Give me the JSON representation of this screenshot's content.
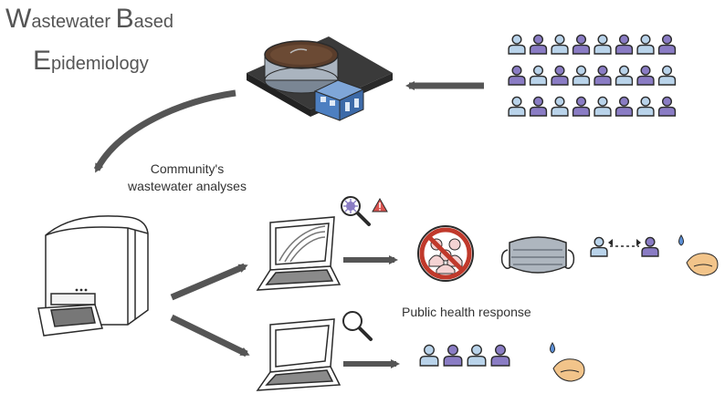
{
  "title": {
    "line1": [
      {
        "cap": "W",
        "rest": "astewater "
      },
      {
        "cap": "B",
        "rest": "ased"
      }
    ],
    "line2": [
      {
        "cap": "E",
        "rest": "pidemiology"
      }
    ]
  },
  "captions": {
    "analyses_line1": "Community's",
    "analyses_line2": "wastewater analyses",
    "response": "Public health response"
  },
  "colors": {
    "person_light": "#b9d3ea",
    "person_purple": "#8a7cc4",
    "outline": "#2b2b2b",
    "arrow": "#555555",
    "building_blue": "#4d7fc1",
    "no_sign_red": "#c0392b",
    "warning_red": "#d9534f",
    "drop_blue": "#5b8fd6",
    "hand_skin": "#f2c48a"
  },
  "crowd": {
    "rows": 3,
    "cols": 8,
    "pattern": [
      [
        "light",
        "purple",
        "light",
        "purple",
        "light",
        "purple",
        "light",
        "purple"
      ],
      [
        "purple",
        "light",
        "purple",
        "light",
        "purple",
        "light",
        "purple",
        "light"
      ],
      [
        "light",
        "purple",
        "light",
        "purple",
        "light",
        "purple",
        "light",
        "purple"
      ]
    ]
  },
  "small_group_pattern": [
    "light",
    "purple",
    "light",
    "purple"
  ],
  "distancing_pair": [
    "light",
    "purple"
  ],
  "icons": [
    "treatment-plant-icon",
    "sequencer-icon",
    "laptop-icon",
    "virus-magnifier-icon",
    "warning-icon",
    "magnifier-icon",
    "no-gathering-icon",
    "face-mask-icon",
    "distancing-icon",
    "handwash-icon"
  ]
}
